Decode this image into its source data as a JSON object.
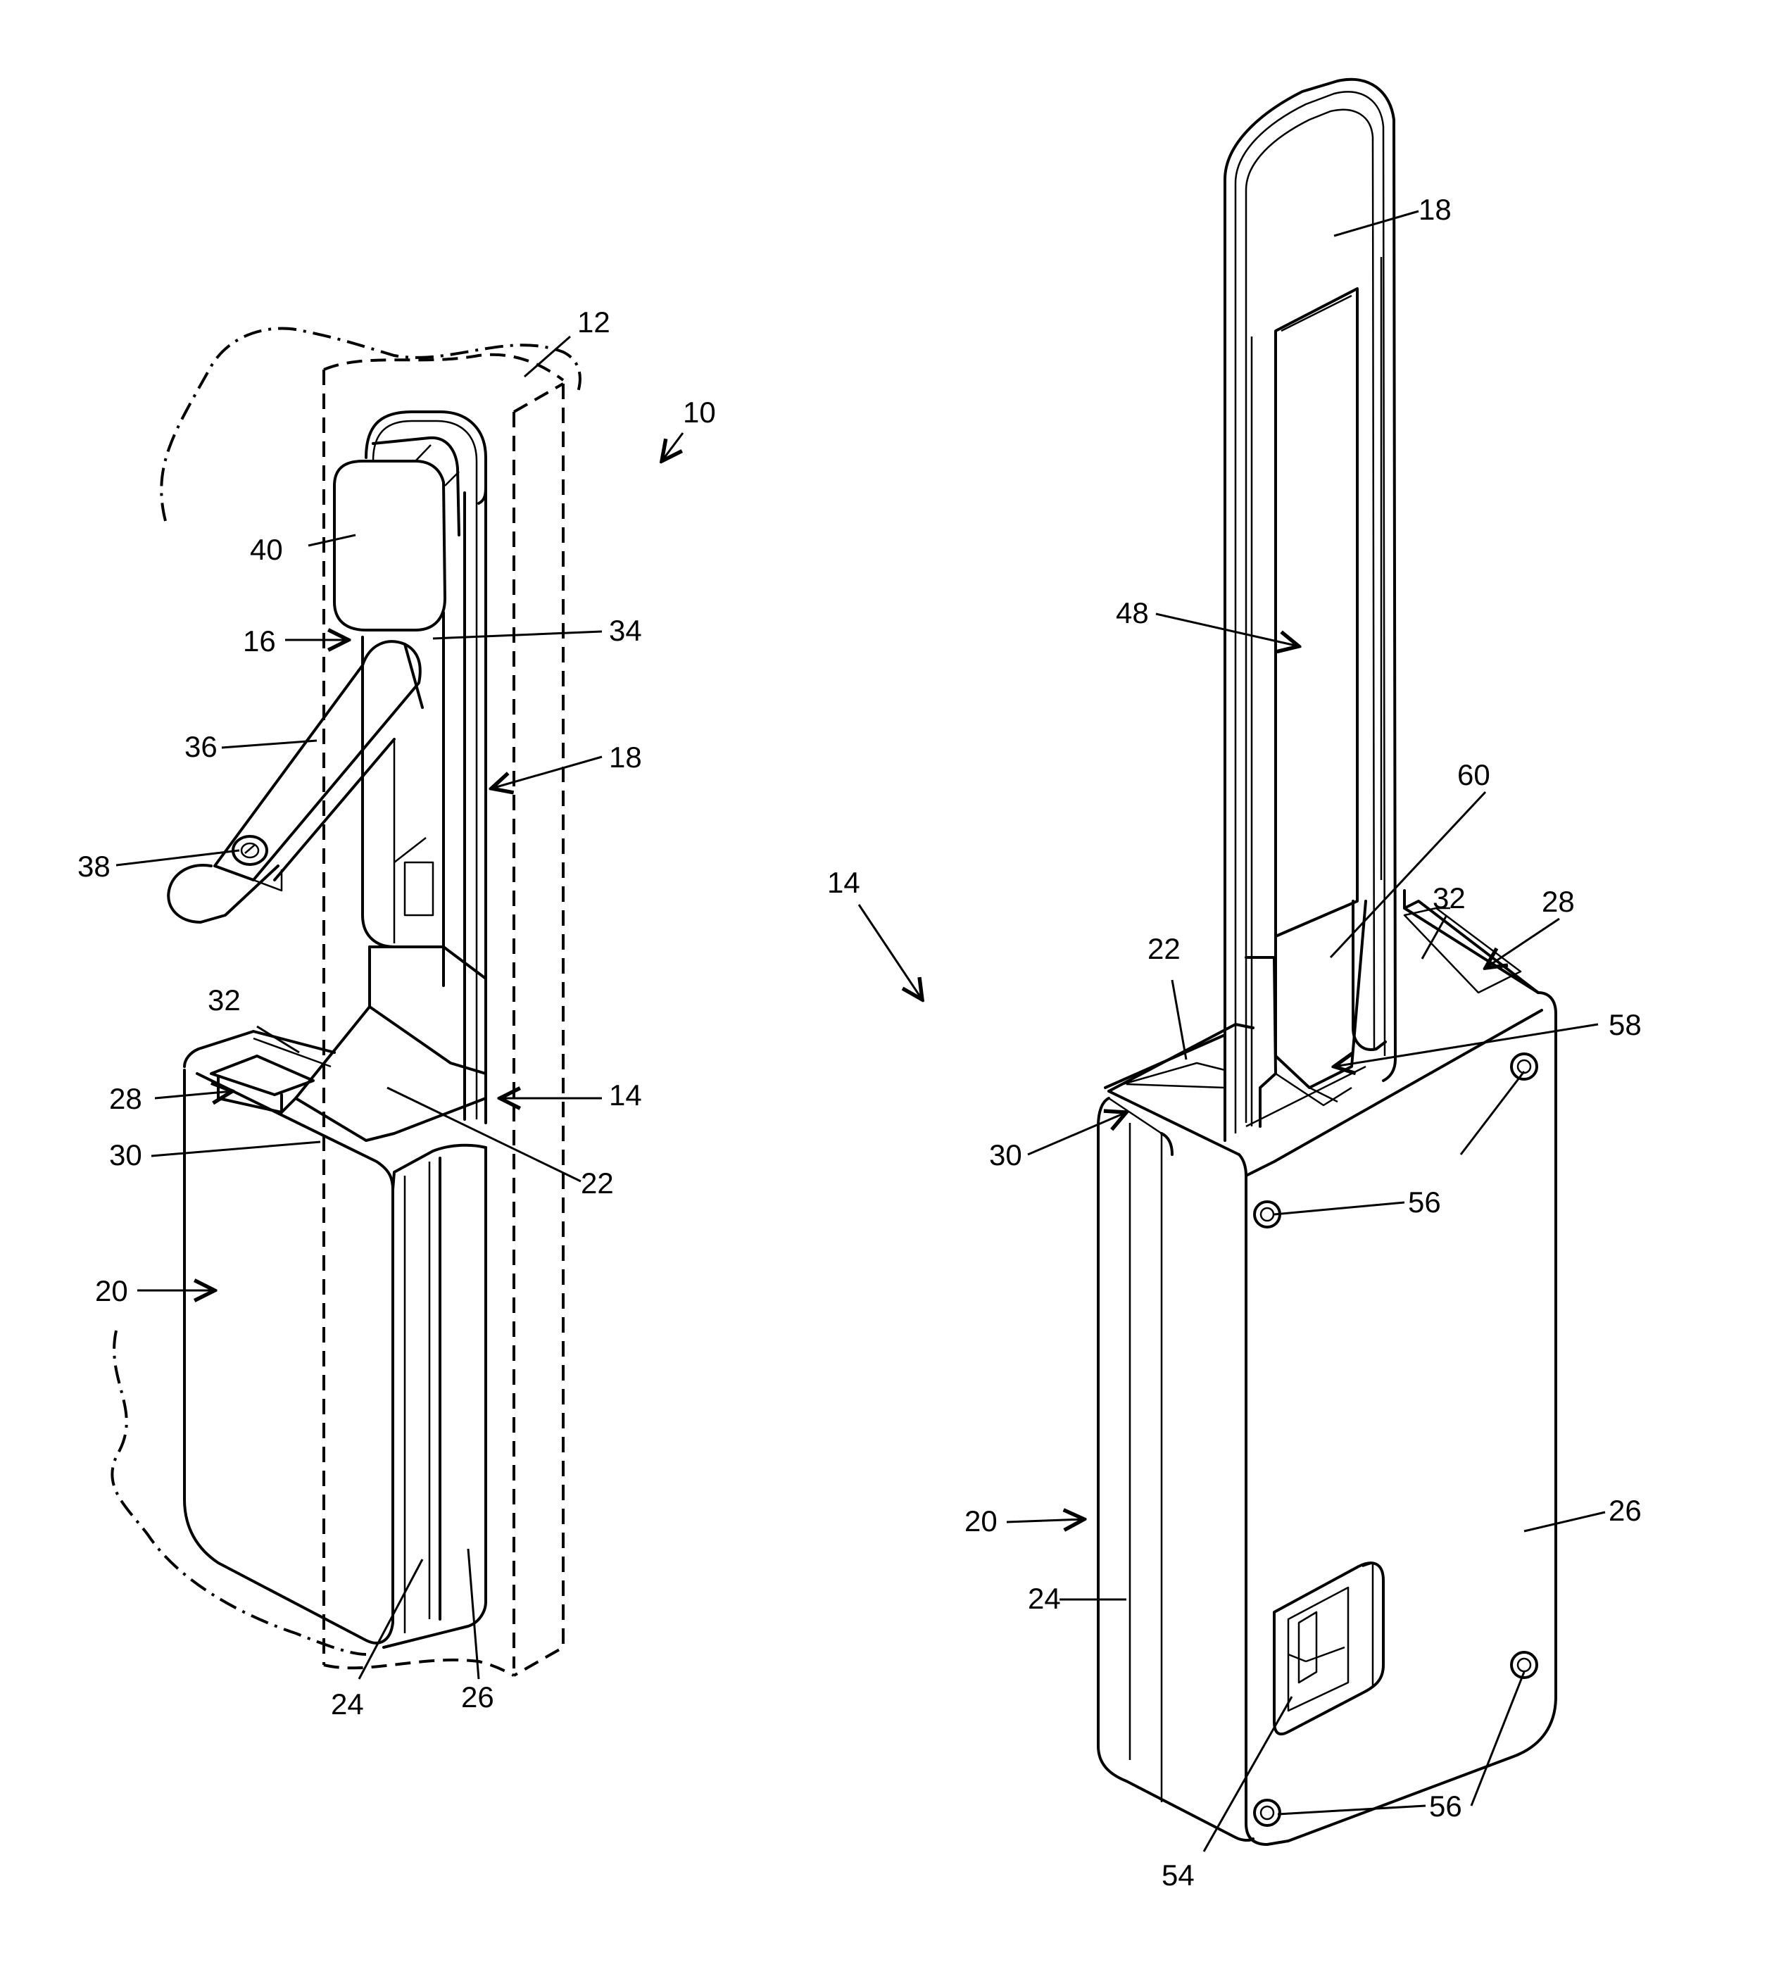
{
  "figure_left": {
    "labels": {
      "r10": "10",
      "r12": "12",
      "r40": "40",
      "r16": "16",
      "r34": "34",
      "r36": "36",
      "r18": "18",
      "r38": "38",
      "r32": "32",
      "r28": "28",
      "r14": "14",
      "r30": "30",
      "r22": "22",
      "r20": "20",
      "r24": "24",
      "r26": "26"
    }
  },
  "figure_right": {
    "labels": {
      "r18": "18",
      "r48": "48",
      "r60": "60",
      "r14": "14",
      "r22": "22",
      "r32": "32",
      "r28": "28",
      "r58": "58",
      "r30": "30",
      "r56a": "56",
      "r20": "20",
      "r26": "26",
      "r24": "24",
      "r56b": "56",
      "r54": "54"
    }
  }
}
